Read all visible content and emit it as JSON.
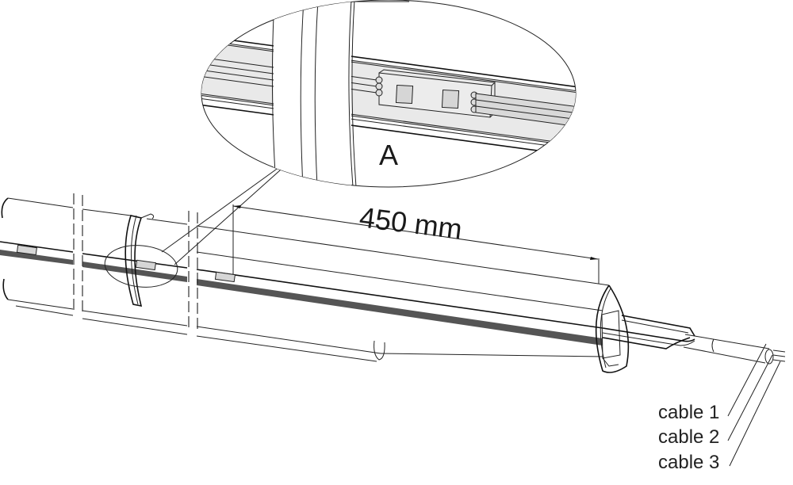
{
  "diagram": {
    "type": "technical-assembly-drawing",
    "subject": "aluminium profile tube with LED strip and end cap",
    "detail_view": {
      "label": "A"
    },
    "dimension": {
      "label": "450 mm",
      "value": 450,
      "unit": "mm"
    },
    "cables": [
      {
        "label": "cable 1"
      },
      {
        "label": "cable 2"
      },
      {
        "label": "cable 3"
      }
    ],
    "colors": {
      "line": "#222222",
      "strip_fill": "#e9e9e9",
      "chip_fill": "#d6d6d6",
      "background": "#ffffff"
    }
  }
}
